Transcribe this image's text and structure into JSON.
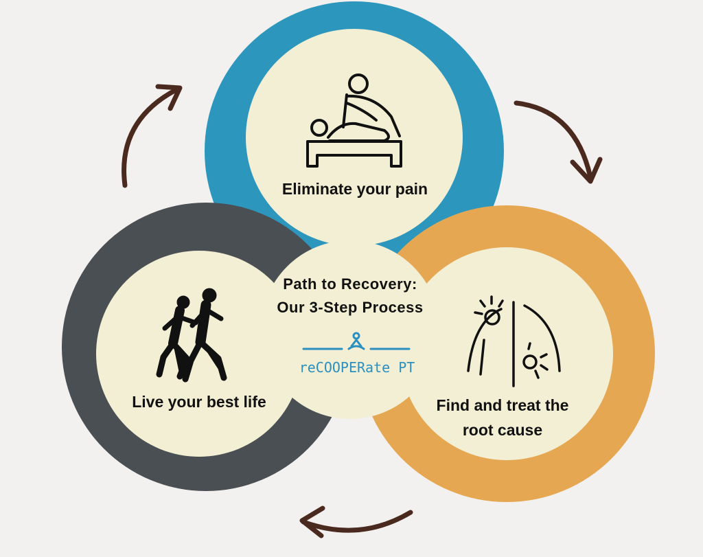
{
  "steps": [
    {
      "label": "Eliminate your pain",
      "icon": "massage-therapy-icon",
      "ring_color": "#2d96bd"
    },
    {
      "label_line1": "Find and treat the",
      "label_line2": "root cause",
      "icon": "joint-pain-icon",
      "ring_color": "#e6a752"
    },
    {
      "label": "Live your best life",
      "icon": "runners-icon",
      "ring_color": "#4a4f53"
    }
  ],
  "center": {
    "title_line1": "Path to Recovery:",
    "title_line2": "Our 3-Step Process",
    "brand_name": "reCOOPERate PT",
    "brand_icon": "meditation-figure-icon",
    "brand_color": "#2b8fc0"
  },
  "colors": {
    "fill": "#f2efd4",
    "background": "#f3f1ef",
    "arrow": "#4a2a1e"
  }
}
